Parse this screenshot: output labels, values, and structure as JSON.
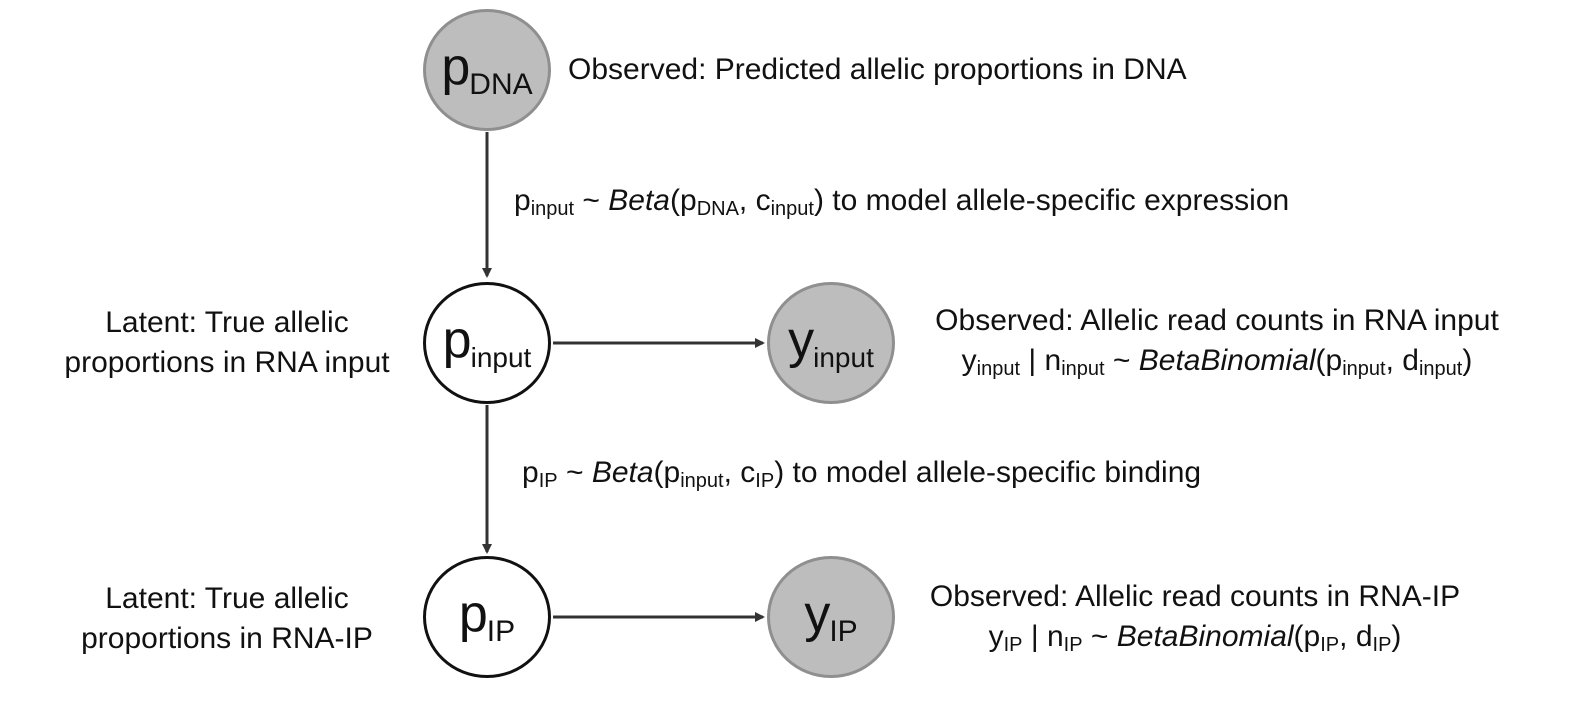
{
  "nodes": {
    "p_dna": {
      "base": "p",
      "sub": "DNA"
    },
    "p_input": {
      "base": "p",
      "sub": "input"
    },
    "y_input": {
      "base": "y",
      "sub": "input"
    },
    "p_ip": {
      "base": "p",
      "sub": "IP"
    },
    "y_ip": {
      "base": "y",
      "sub": "IP"
    }
  },
  "annotations": {
    "dna": "Observed: Predicted allelic proportions in DNA",
    "latent_input": [
      "Latent: True allelic",
      "proportions in RNA input"
    ],
    "latent_ip": [
      "Latent: True allelic",
      "proportions in RNA-IP"
    ],
    "obs_input": "Observed: Allelic read counts in RNA input",
    "obs_ip": "Observed: Allelic read counts in RNA-IP"
  },
  "equations": {
    "edge1": {
      "p": "p",
      "p_sub": "input",
      "tilde": "~",
      "fn": "Beta",
      "a": "p",
      "a_sub": "DNA",
      "sep": ",",
      "b": "c",
      "b_sub": "input",
      "tail": ") to model allele-specific expression"
    },
    "edge2": {
      "p": "p",
      "p_sub": "IP",
      "tilde": "~",
      "fn": "Beta",
      "a": "p",
      "a_sub": "input",
      "sep": ",",
      "b": "c",
      "b_sub": "IP",
      "tail": ") to model allele-specific binding"
    },
    "obs_input_eq": {
      "y": "y",
      "y_sub": "input",
      "bar": "|",
      "n": "n",
      "n_sub": "input",
      "tilde": "~",
      "fn": "BetaBinomial",
      "a": "p",
      "a_sub": "input",
      "sep": ",",
      "b": "d",
      "b_sub": "input"
    },
    "obs_ip_eq": {
      "y": "y",
      "y_sub": "IP",
      "bar": "|",
      "n": "n",
      "n_sub": "IP",
      "tilde": "~",
      "fn": "BetaBinomial",
      "a": "p",
      "a_sub": "IP",
      "sep": ",",
      "b": "d",
      "b_sub": "IP"
    }
  },
  "colors": {
    "observed_fill": "#bdbdbd",
    "observed_border": "#8f8f8f",
    "latent_fill": "#ffffff",
    "latent_border": "#111111",
    "arrow": "#333333"
  }
}
